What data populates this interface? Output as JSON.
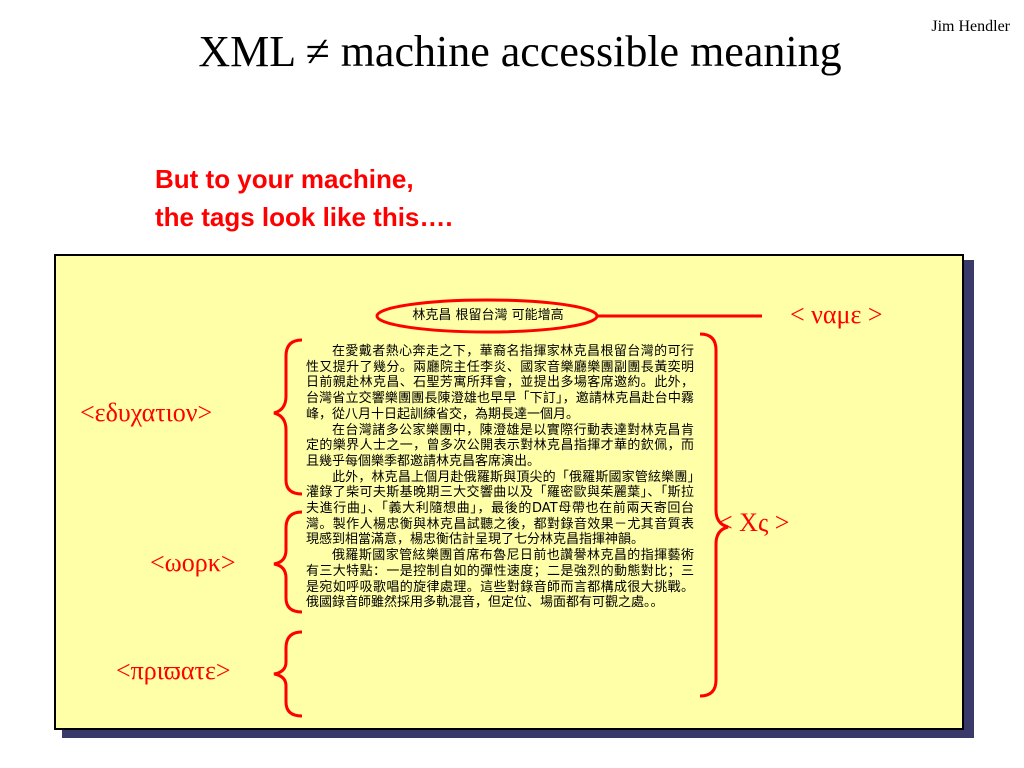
{
  "header": {
    "author": "Jim Hendler",
    "title": "XML ≠ machine accessible meaning"
  },
  "subtitle": {
    "line1": "But to your machine,",
    "line2": "the tags look like this…."
  },
  "document": {
    "name_text": "林克昌 根留台灣 可能增高",
    "paragraphs": [
      "在愛戴者熱心奔走之下，華裔名指揮家林克昌根留台灣的可行性又提升了幾分。兩廳院主任李炎、國家音樂廳樂團副團長黃奕明日前親赴林克昌、石聖芳寓所拜會，並提出多場客席邀約。此外，台灣省立交響樂團團長陳澄雄也早早「下訂」，邀請林克昌赴台中霧峰，從八月十日起訓練省交，為期長達一個月。",
      "在台灣諸多公家樂團中，陳澄雄是以實際行動表達對林克昌肯定的樂界人士之一，曾多次公開表示對林克昌指揮才華的欽佩，而且幾乎每個樂季都邀請林克昌客席演出。",
      "此外，林克昌上個月赴俄羅斯與頂尖的「俄羅斯國家管絃樂團」灌錄了柴可夫斯基晚期三大交響曲以及「羅密歐與茱麗葉」、「斯拉夫進行曲」、「義大利隨想曲」，最後的DAT母帶也在前兩天寄回台灣。製作人楊忠衡與林克昌試聽之後，都對錄音效果－尤其音質表現感到相當滿意，楊忠衡估計呈現了七分林克昌指揮神韻。",
      "俄羅斯國家管絃樂團首席布魯尼日前也讚譽林克昌的指揮藝術有三大特點：一是控制自如的彈性速度；二是強烈的動態對比；三是宛如呼吸歌唱的旋律處理。這些對錄音師而言都構成很大挑戰。俄國錄音師雖然採用多軌混音，但定位、場面都有可觀之處。。"
    ]
  },
  "tags": {
    "name": "< ναμε >",
    "education": "<εδυχατιον>",
    "xs": "< Xς >",
    "work": "<ωορκ>",
    "private": "<πριϖατε>"
  },
  "colors": {
    "accent": "#ff0000",
    "panel": "#ffffa8",
    "shadow": "#3a3a6a"
  }
}
